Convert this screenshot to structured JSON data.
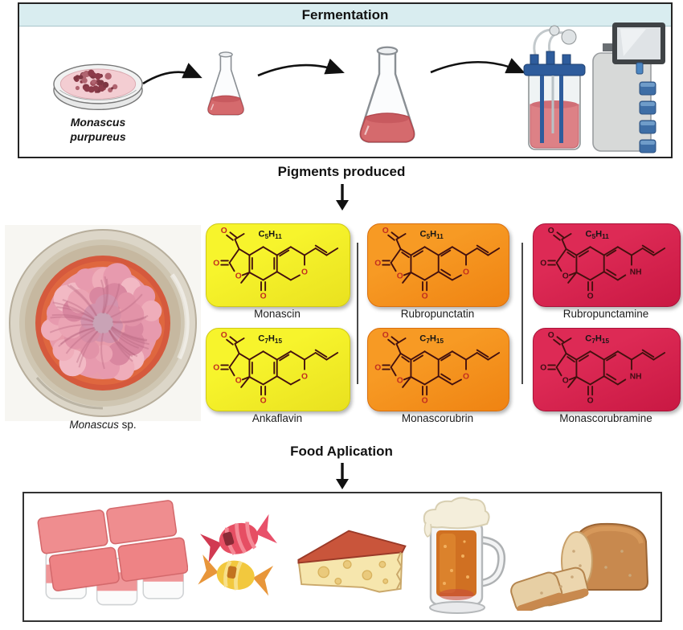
{
  "fermentation": {
    "title": "Fermentation",
    "organism_line1": "Monascus",
    "organism_line2": "purpureus",
    "icons": [
      "petri-dish-icon",
      "small-flask-icon",
      "large-flask-icon",
      "bioreactor-icon"
    ]
  },
  "pigments": {
    "title": "Pigments produced",
    "dish_label_italic": "Monascus",
    "dish_label_suffix": " sp.",
    "cards": [
      {
        "name": "Monascin",
        "formula": "C5H11",
        "variant": "yellow",
        "hetero": "O",
        "fill": "#f7f42c",
        "fill_dark": "#e9e11f",
        "edge": "#cfc915"
      },
      {
        "name": "Rubropunctatin",
        "formula": "C5H11",
        "variant": "orange",
        "hetero": "O",
        "fill": "#f79a24",
        "fill_dark": "#ef8312",
        "edge": "#d96f0e"
      },
      {
        "name": "Rubropunctamine",
        "formula": "C5H11",
        "variant": "red",
        "hetero": "NH",
        "fill": "#dd2a55",
        "fill_dark": "#c91843",
        "edge": "#a91238"
      },
      {
        "name": "Ankaflavin",
        "formula": "C7H15",
        "variant": "yellow",
        "hetero": "O",
        "fill": "#f7f42c",
        "fill_dark": "#e9e11f",
        "edge": "#cfc915"
      },
      {
        "name": "Monascorubrin",
        "formula": "C7H15",
        "variant": "orange",
        "hetero": "O",
        "fill": "#f79a24",
        "fill_dark": "#ef8312",
        "edge": "#d96f0e"
      },
      {
        "name": "Monascorubramine",
        "formula": "C7H15",
        "variant": "red",
        "hetero": "NH",
        "fill": "#dd2a55",
        "fill_dark": "#c91843",
        "edge": "#a91238"
      }
    ]
  },
  "food": {
    "title": "Food Aplication",
    "items": [
      {
        "id": "yogurt-multipack-icon",
        "label": "yogurt multipack"
      },
      {
        "id": "wrapped-candy-icon",
        "label": "wrapped candies"
      },
      {
        "id": "cheese-wedge-icon",
        "label": "cheese wedge"
      },
      {
        "id": "beer-mug-icon",
        "label": "beer mug"
      },
      {
        "id": "bread-loaf-icon",
        "label": "sliced bread"
      }
    ]
  },
  "colors": {
    "header_band": "#d9edf0",
    "card_yellow": "#f7f42c",
    "card_orange": "#f79a24",
    "card_red": "#dd2a55",
    "structure_line": "#43100e",
    "structure_letter_red": "#c22d20",
    "broth_red": "#d56a6d"
  }
}
